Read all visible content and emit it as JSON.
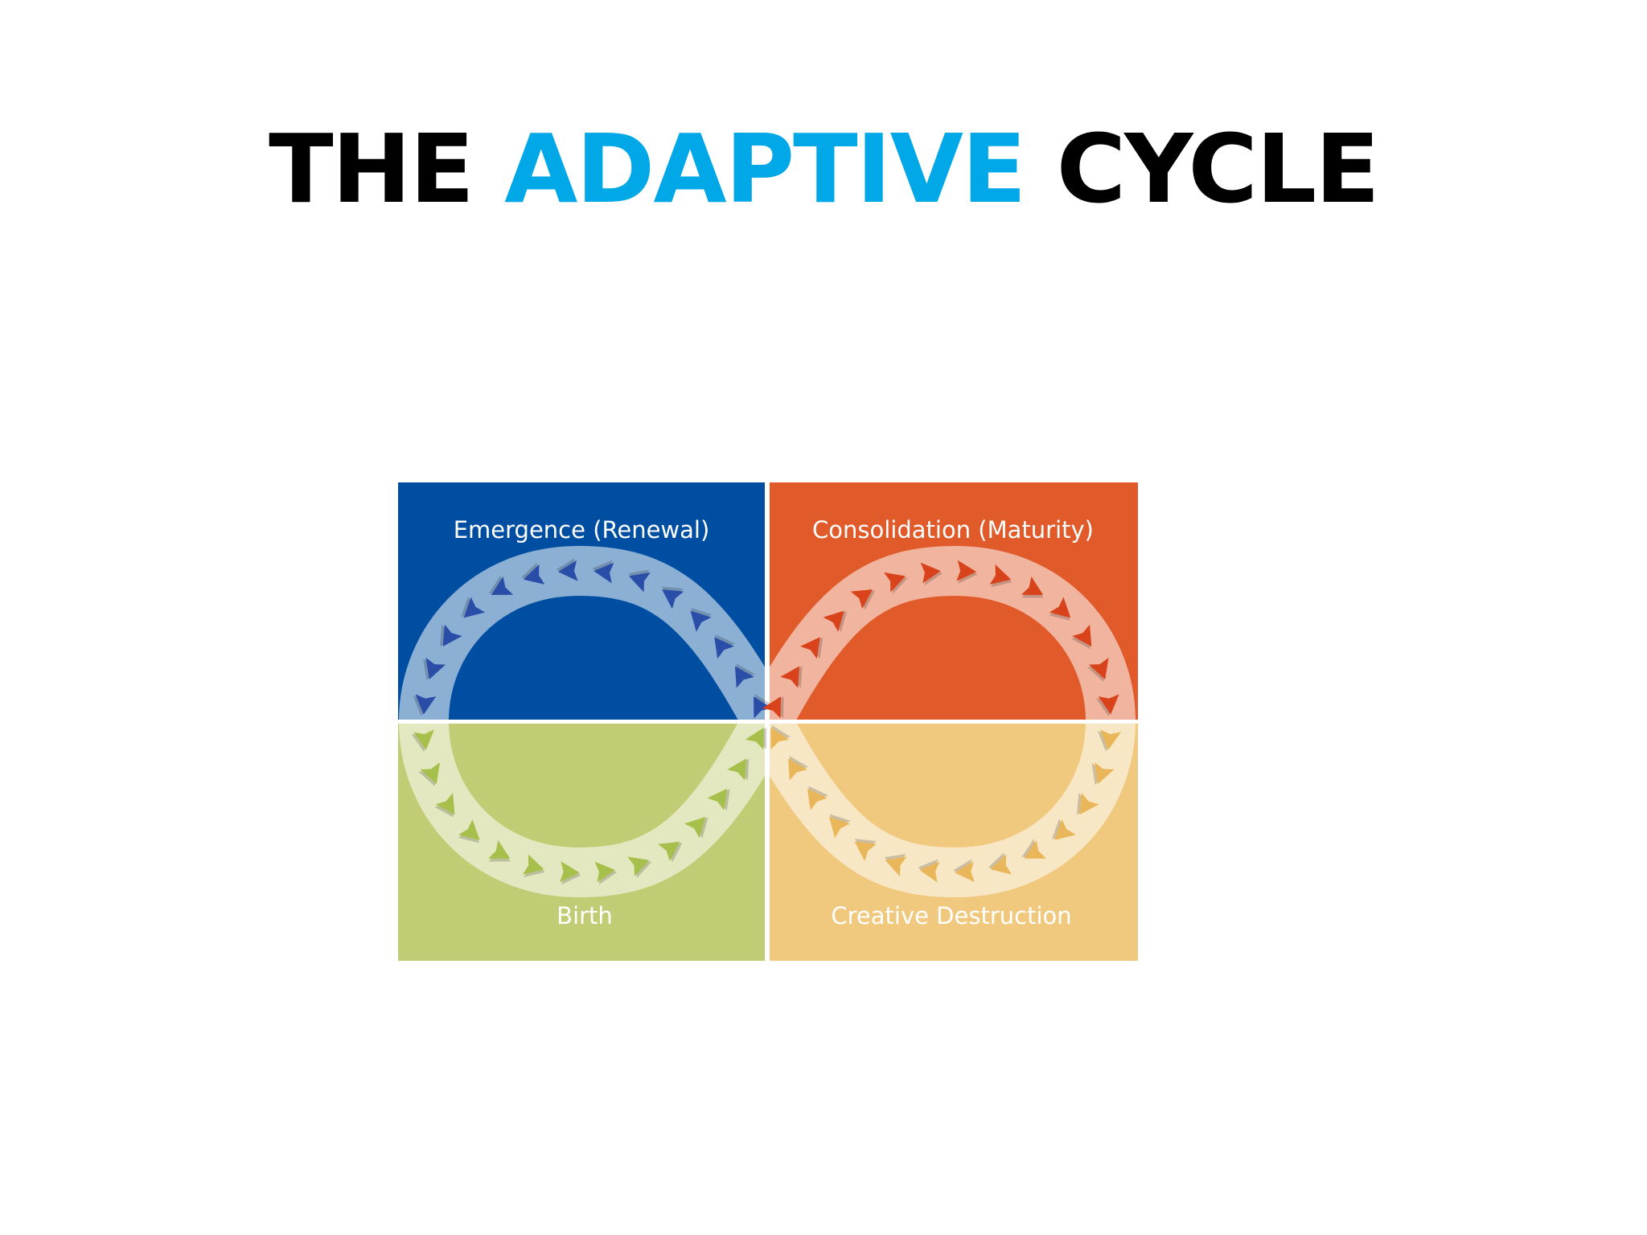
{
  "title": {
    "part1": "THE ",
    "part2": "ADAPTIVE",
    "part3": " CYCLE"
  },
  "quadrants": {
    "top_left": {
      "label": "Emergence (Renewal)",
      "color": "#004ea1"
    },
    "top_right": {
      "label": "Consolidation (Maturity)",
      "color": "#e05a2a"
    },
    "bottom_left": {
      "label": "Birth",
      "color": "#c2cc74"
    },
    "bottom_right": {
      "label": "Creative Destruction",
      "color": "#f0c97f"
    }
  },
  "colors": {
    "title_text": "#000000",
    "title_accent": "#00a8e8",
    "arrow_blue": "#2a4da8",
    "arrow_orange": "#d8431c",
    "arrow_green": "#a7bf4b",
    "arrow_yellow": "#e9b759"
  }
}
